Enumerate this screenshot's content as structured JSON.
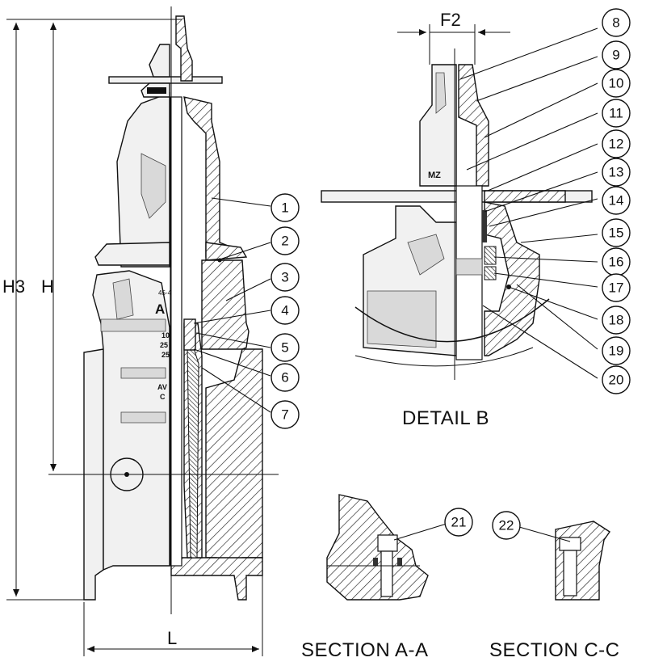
{
  "dimensions": {
    "h3": "H3",
    "h": "H",
    "l": "L",
    "f2": "F2"
  },
  "captions": {
    "detail_b": "DETAIL B",
    "section_aa": "SECTION A-A",
    "section_cc": "SECTION C-C"
  },
  "markings": {
    "bonnet_code": "45-4",
    "logo_char": "A",
    "body_lines": [
      "10",
      "25",
      "25"
    ],
    "body_lines2": [
      "AV",
      "C",
      ""
    ],
    "cap_text": "MZ"
  },
  "callouts": [
    "1",
    "2",
    "3",
    "4",
    "5",
    "6",
    "7",
    "8",
    "9",
    "10",
    "11",
    "12",
    "13",
    "14",
    "15",
    "16",
    "17",
    "18",
    "19",
    "20",
    "21",
    "22"
  ],
  "colors": {
    "line": "#111111",
    "hatch": "#222222",
    "fill": "#f1f1f1",
    "shade": "#d9d9d9",
    "rubber": "#444444"
  }
}
